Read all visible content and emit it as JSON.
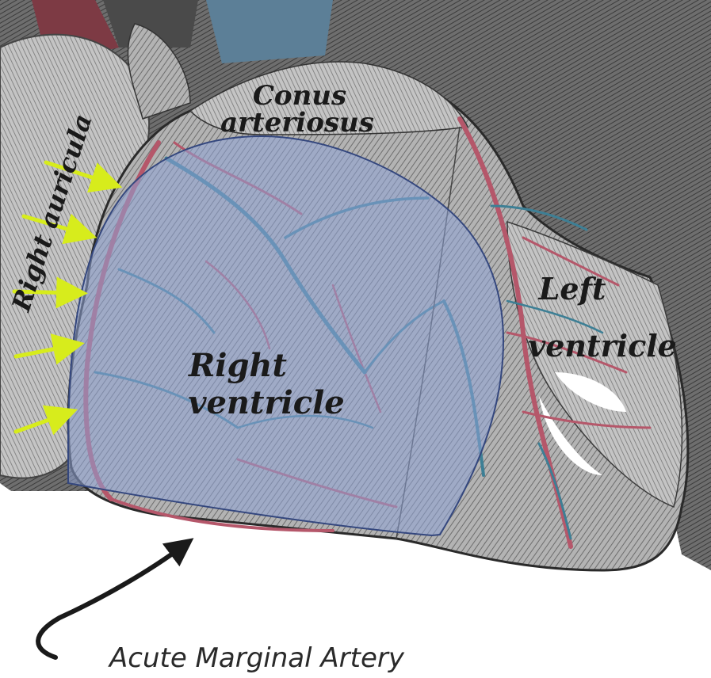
{
  "labels": {
    "conus": [
      "Conus",
      "arteriosus"
    ],
    "right_auricula": "Right auricula",
    "right_ventricle": [
      "Right",
      "ventricle"
    ],
    "left_ventricle": [
      "Left",
      "ventricle"
    ],
    "caption": "Acute Marginal  Artery"
  },
  "colors": {
    "background": "#ffffff",
    "tissue": "#9a9a9a",
    "artery": "#b5576a",
    "vein": "#3d7f95",
    "overlay_fill": "#8ea3d6",
    "overlay_stroke": "#34477e",
    "marker_arrows": "#d7ec1c",
    "caption_arrow": "#1a1a1a"
  },
  "icons": {
    "marker_arrows": "arrow-right-icon",
    "caption_arrow": "curved-arrow-icon"
  }
}
